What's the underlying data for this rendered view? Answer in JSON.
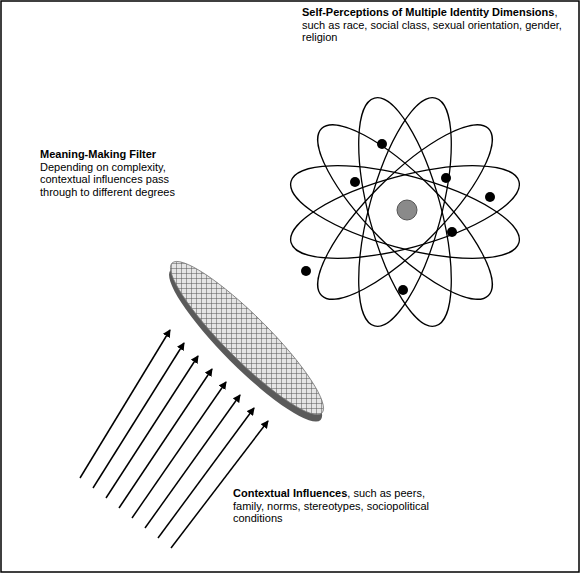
{
  "diagram": {
    "labels": [
      "Self-Perceptions of Multiple Identity Dimensions",
      ", such as race, social class, sexual orientation, gender, religion",
      "Meaning-Making Filter",
      "Depending on complexity, contextual influences pass through to different degrees",
      "Contextual Influences",
      ", such as peers, family, norms, stereotypes, sociopolitical conditions"
    ]
  }
}
